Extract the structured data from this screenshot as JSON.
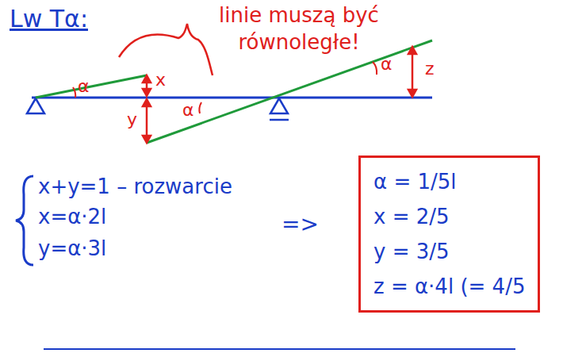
{
  "diagram": {
    "title": "Lw Tα:",
    "nodes": [
      {
        "text": [
          "α = 1/5l",
          "x = 2/5",
          "y = 3/5",
          "z = α·4l (= 4/5"
        ]
      }
    ],
    "labels": [
      "linie muszą być równoległe!",
      "α",
      "x",
      "α",
      "y",
      "α",
      "z",
      "x+y=1 – rozwarcie",
      "x=α·2l",
      "y=α·3l",
      "=>"
    ]
  }
}
